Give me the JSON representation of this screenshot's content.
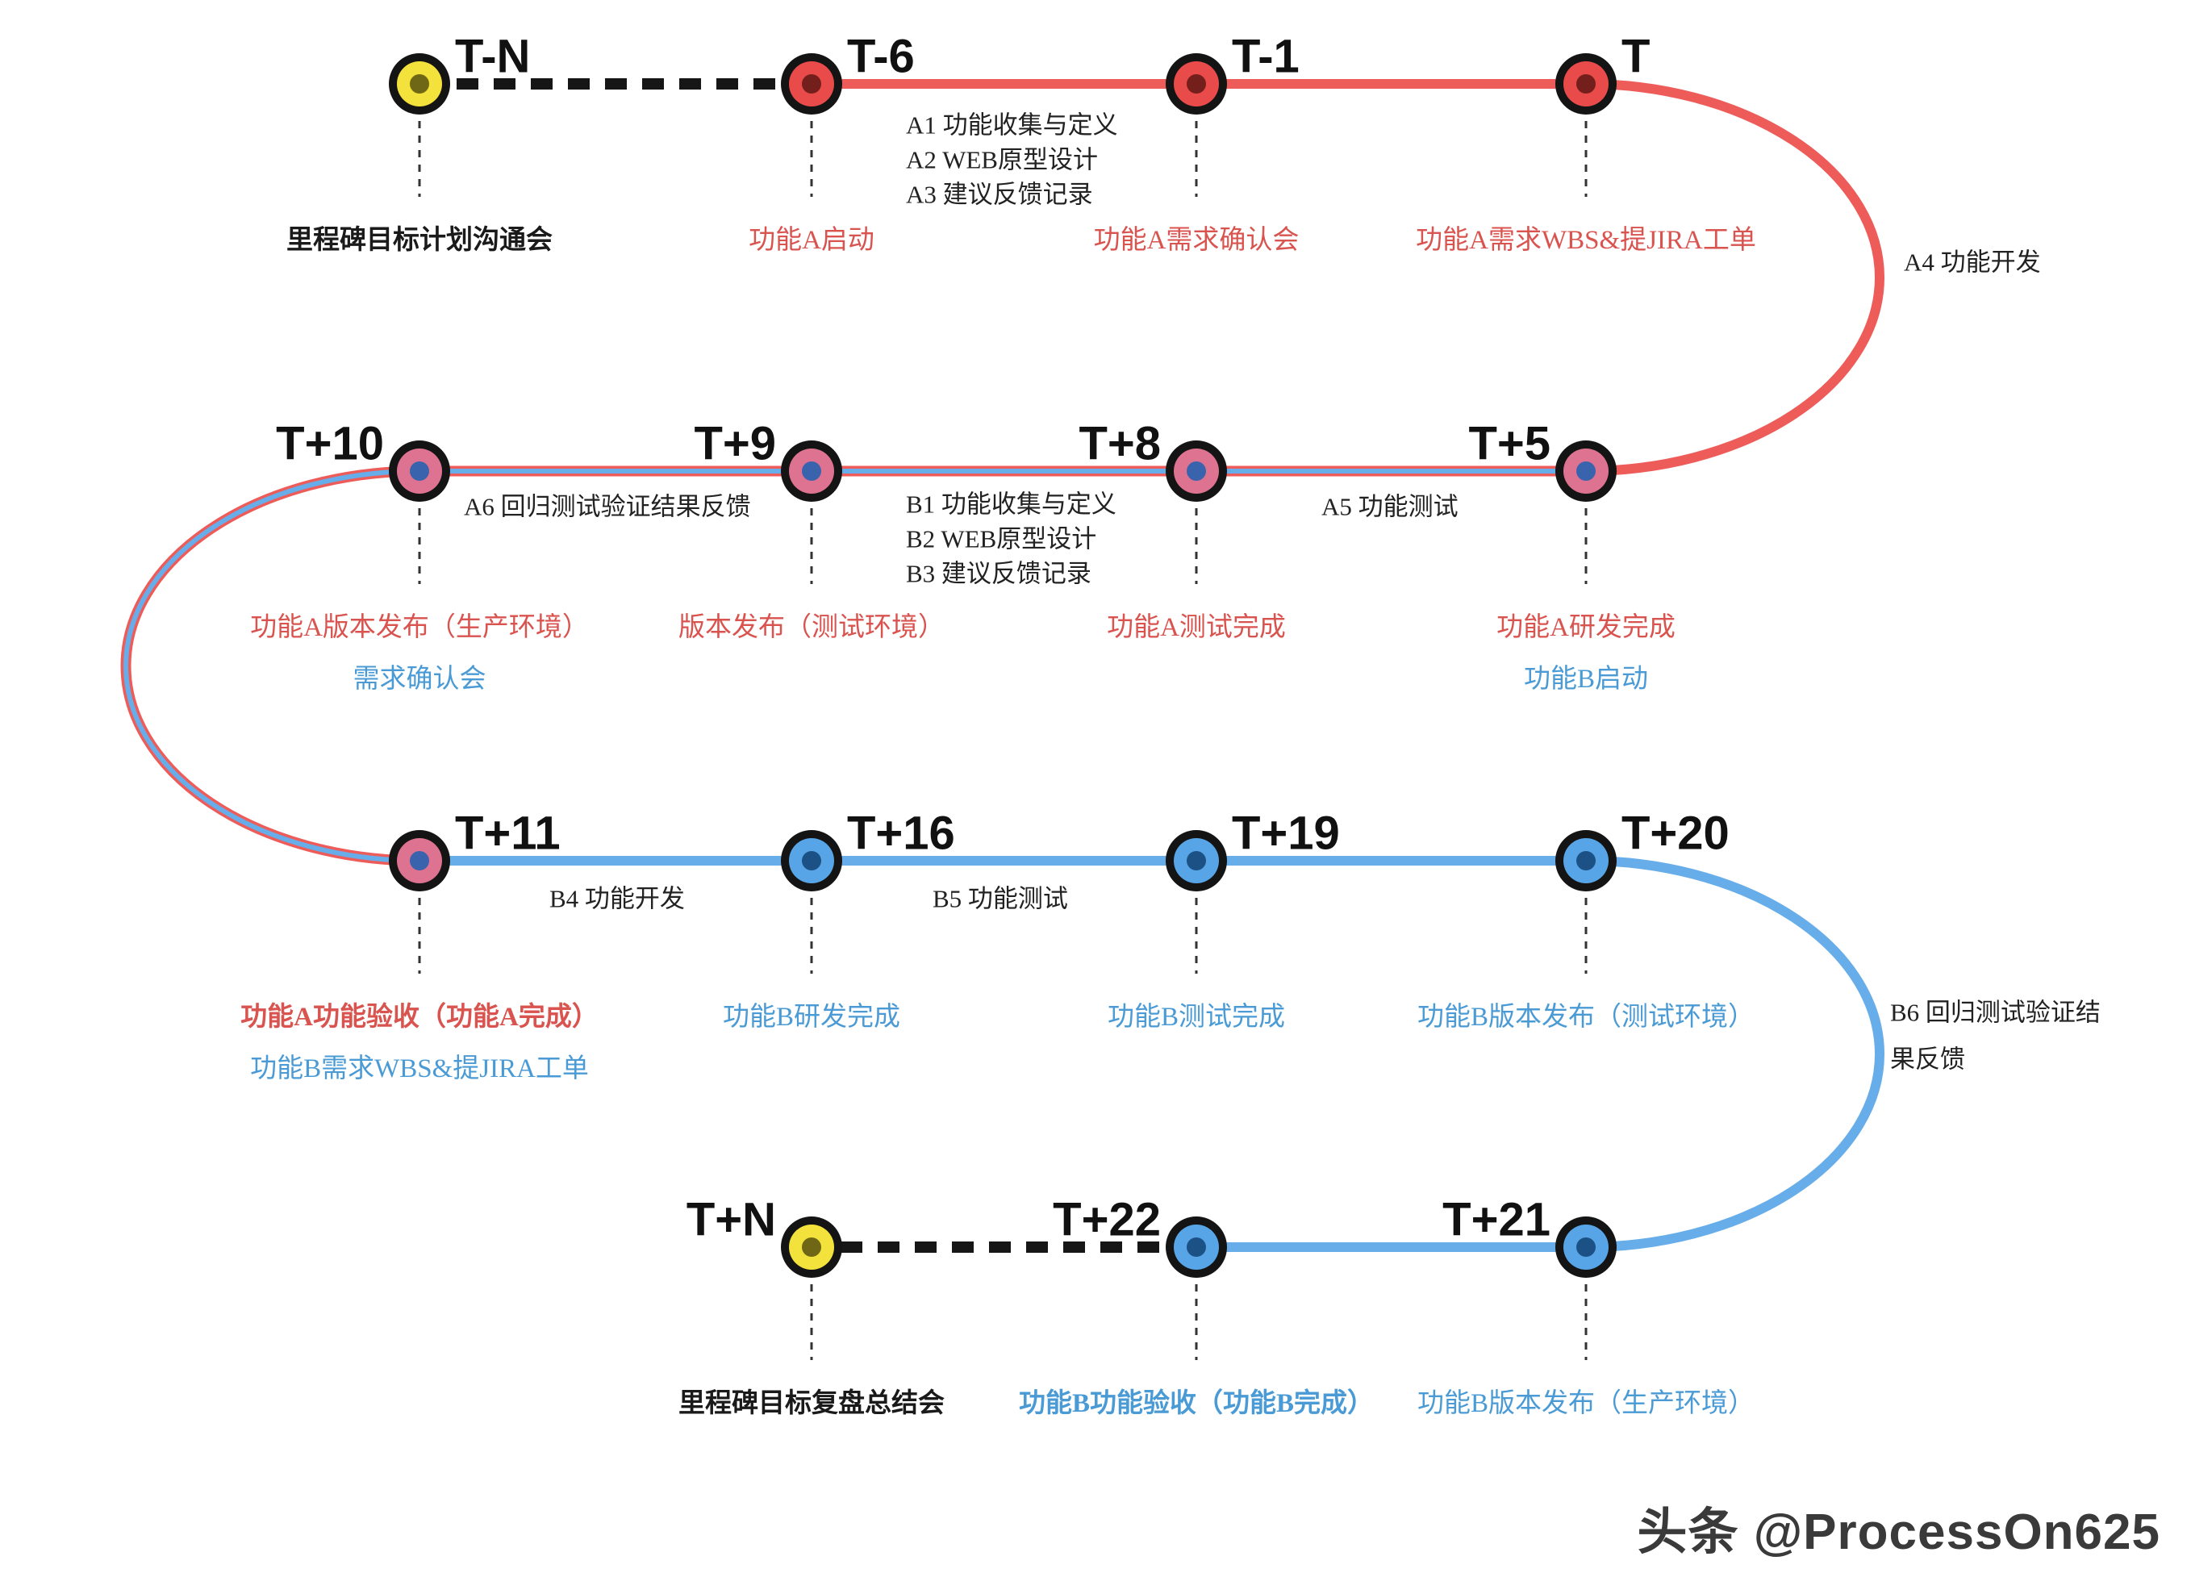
{
  "colors": {
    "line_red": "#ee5c5a",
    "line_blue": "#66ade9",
    "line_dashed": "#161616",
    "tick": "#333333",
    "node_ring": "#141414",
    "node_red": "#e94b4a",
    "node_red_core": "#741f1c",
    "node_blue": "#57a5e7",
    "node_blue_core": "#1c5186",
    "node_yellow": "#f2e23b",
    "node_yellow_core": "#6f6715",
    "node_transition": "#dd7390",
    "node_transition_core": "#3a63ad",
    "text_red": "#d9534f",
    "text_blue": "#4a9bd5",
    "text_black": "#1a1a1a",
    "annotation": "#222222",
    "watermark": "#3a3a3a"
  },
  "nodes": [
    {
      "id": "t-n",
      "date": "T-N",
      "row": 1,
      "col": 1,
      "ring": "yellow",
      "labels": [
        {
          "text": "里程碑目标计划沟通会",
          "color": "black",
          "bold": true
        }
      ]
    },
    {
      "id": "t-6",
      "date": "T-6",
      "row": 1,
      "col": 2,
      "ring": "red",
      "labels": [
        {
          "text": "功能A启动",
          "color": "red",
          "bold": false
        }
      ]
    },
    {
      "id": "t-1",
      "date": "T-1",
      "row": 1,
      "col": 3,
      "ring": "red",
      "labels": [
        {
          "text": "功能A需求确认会",
          "color": "red",
          "bold": false
        }
      ]
    },
    {
      "id": "t",
      "date": "T",
      "row": 1,
      "col": 4,
      "ring": "red",
      "labels": [
        {
          "text": "功能A需求WBS&提JIRA工单",
          "color": "red",
          "bold": false
        }
      ]
    },
    {
      "id": "t5",
      "date": "T+5",
      "row": 2,
      "col": 4,
      "ring": "transition",
      "labels": [
        {
          "text": "功能A研发完成",
          "color": "red",
          "bold": false
        },
        {
          "text": "功能B启动",
          "color": "blue",
          "bold": false
        }
      ]
    },
    {
      "id": "t8",
      "date": "T+8",
      "row": 2,
      "col": 3,
      "ring": "transition",
      "labels": [
        {
          "text": "功能A测试完成",
          "color": "red",
          "bold": false
        }
      ]
    },
    {
      "id": "t9",
      "date": "T+9",
      "row": 2,
      "col": 2,
      "ring": "transition",
      "labels": [
        {
          "text": "版本发布（测试环境）",
          "color": "red",
          "bold": false
        }
      ]
    },
    {
      "id": "t10",
      "date": "T+10",
      "row": 2,
      "col": 1,
      "ring": "transition",
      "labels": [
        {
          "text": "功能A版本发布（生产环境）",
          "color": "red",
          "bold": false
        },
        {
          "text": "需求确认会",
          "color": "blue",
          "bold": false
        }
      ]
    },
    {
      "id": "t11",
      "date": "T+11",
      "row": 3,
      "col": 1,
      "ring": "transition",
      "labels": [
        {
          "text": "功能A功能验收（功能A完成）",
          "color": "red",
          "bold": true
        },
        {
          "text": "功能B需求WBS&提JIRA工单",
          "color": "blue",
          "bold": false
        }
      ]
    },
    {
      "id": "t16",
      "date": "T+16",
      "row": 3,
      "col": 2,
      "ring": "blue",
      "labels": [
        {
          "text": "功能B研发完成",
          "color": "blue",
          "bold": false
        }
      ]
    },
    {
      "id": "t19",
      "date": "T+19",
      "row": 3,
      "col": 3,
      "ring": "blue",
      "labels": [
        {
          "text": "功能B测试完成",
          "color": "blue",
          "bold": false
        }
      ]
    },
    {
      "id": "t20",
      "date": "T+20",
      "row": 3,
      "col": 4,
      "ring": "blue",
      "labels": [
        {
          "text": "功能B版本发布（测试环境）",
          "color": "blue",
          "bold": false
        }
      ]
    },
    {
      "id": "t21",
      "date": "T+21",
      "row": 4,
      "col": 4,
      "ring": "blue",
      "labels": [
        {
          "text": "功能B版本发布（生产环境）",
          "color": "blue",
          "bold": false
        }
      ]
    },
    {
      "id": "t22",
      "date": "T+22",
      "row": 4,
      "col": 3,
      "ring": "blue",
      "labels": [
        {
          "text": "功能B功能验收（功能B完成）",
          "color": "blue",
          "bold": true
        }
      ]
    },
    {
      "id": "t-n2",
      "date": "T+N",
      "row": 4,
      "col": 2,
      "ring": "yellow",
      "labels": [
        {
          "text": "里程碑目标复盘总结会",
          "color": "black",
          "bold": true
        }
      ]
    }
  ],
  "annotations": [
    {
      "id": "a-block",
      "lines": [
        "A1  功能收集与定义",
        "A2  WEB原型设计",
        "A3  建议反馈记录"
      ]
    },
    {
      "id": "a4",
      "lines": [
        "A4  功能开发"
      ]
    },
    {
      "id": "a5",
      "lines": [
        "A5  功能测试"
      ]
    },
    {
      "id": "a6",
      "lines": [
        "A6  回归测试验证结果反馈"
      ]
    },
    {
      "id": "b-block",
      "lines": [
        "B1  功能收集与定义",
        "B2  WEB原型设计",
        "B3  建议反馈记录"
      ]
    },
    {
      "id": "b4",
      "lines": [
        "B4  功能开发"
      ]
    },
    {
      "id": "b5",
      "lines": [
        "B5  功能测试"
      ]
    },
    {
      "id": "b6",
      "lines": [
        "B6  回归测试验证结",
        "果反馈"
      ]
    }
  ],
  "watermark": {
    "text": "头条 @ProcessOn625"
  }
}
